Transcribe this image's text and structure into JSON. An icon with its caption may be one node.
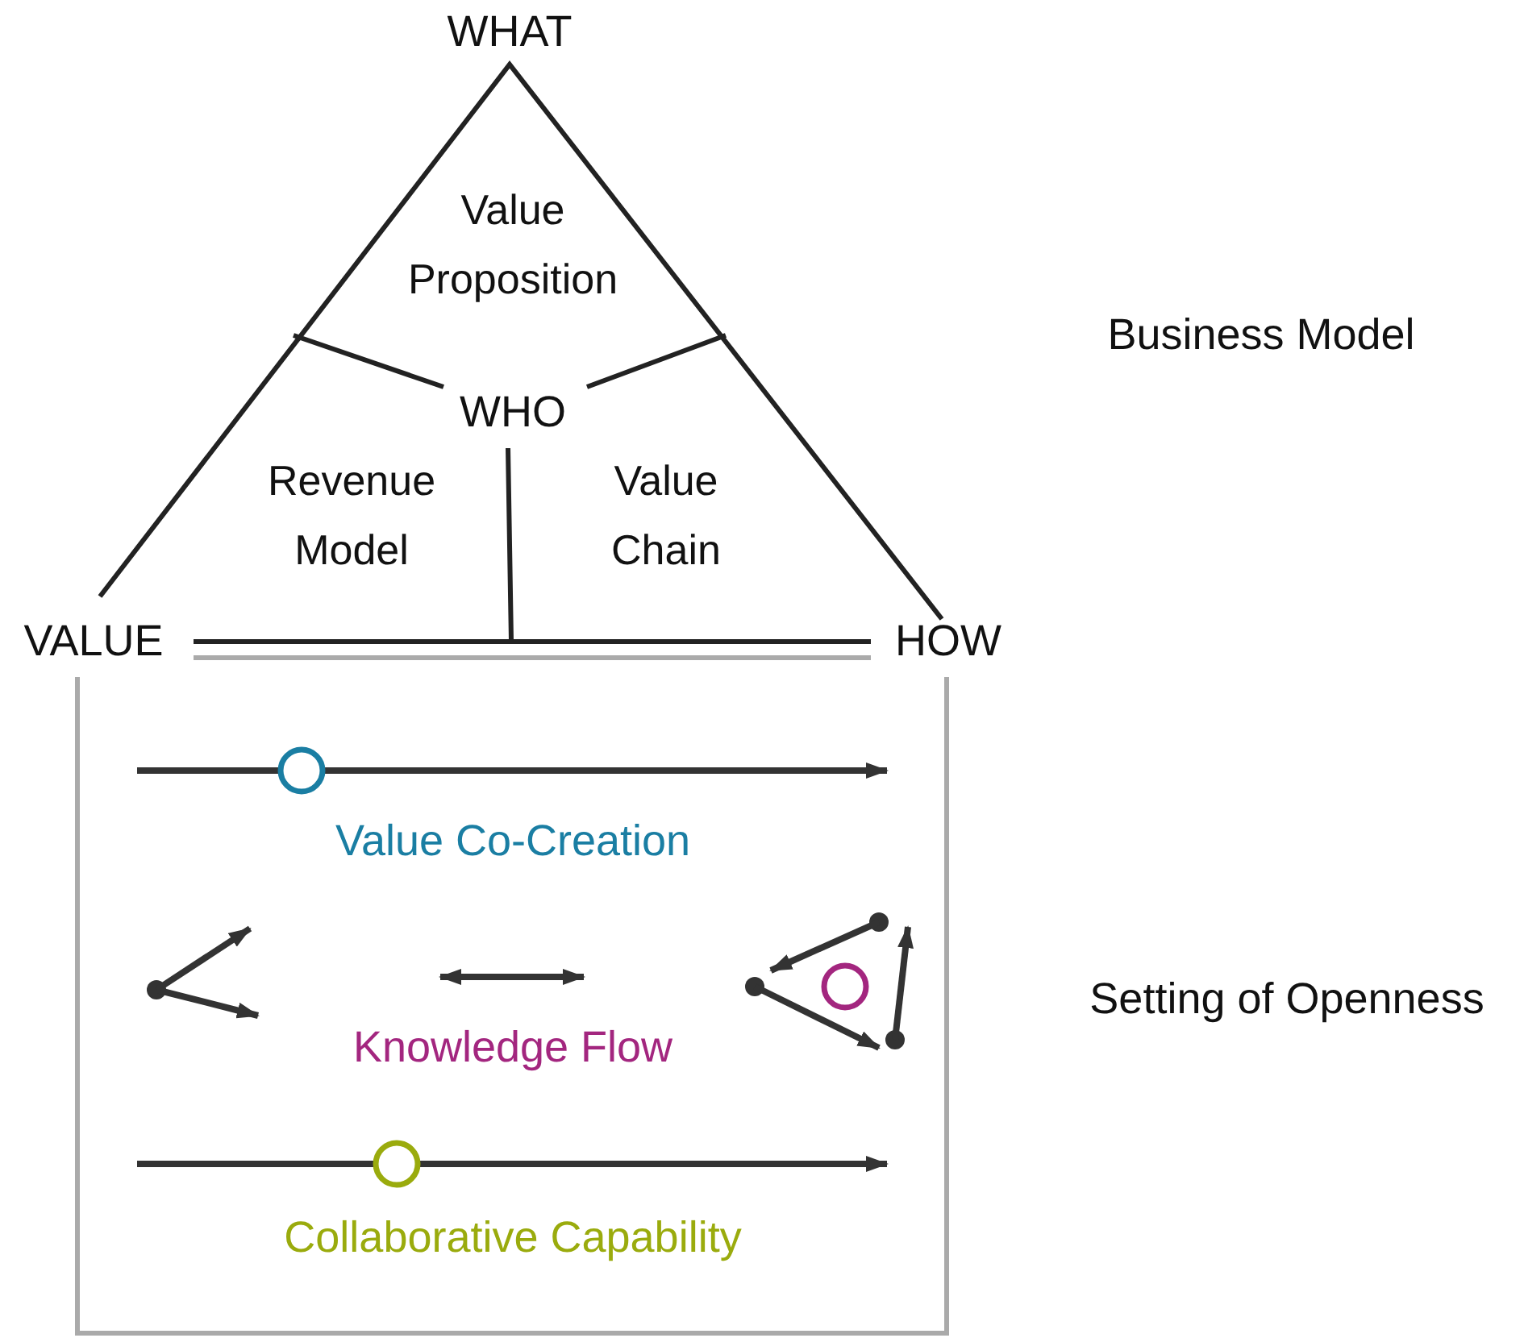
{
  "diagram": {
    "nodes": [
      {
        "text": [],
        "shape": "triangle",
        "beside": [
          "Business Model"
        ]
      },
      {
        "text": [
          "Value Proposition"
        ],
        "in": 0
      },
      {
        "text": [
          "Revenue Model"
        ],
        "in": 0
      },
      {
        "text": [
          "Value Chain"
        ],
        "in": 0
      },
      {
        "text": [],
        "shape": "box",
        "beside": [
          "Setting of Openness"
        ]
      }
    ],
    "labels": [
      "WHAT",
      "WHO",
      "VALUE",
      "HOW",
      "Value Co-Creation",
      "Knowledge Flow",
      "Collaborative Capability"
    ]
  }
}
